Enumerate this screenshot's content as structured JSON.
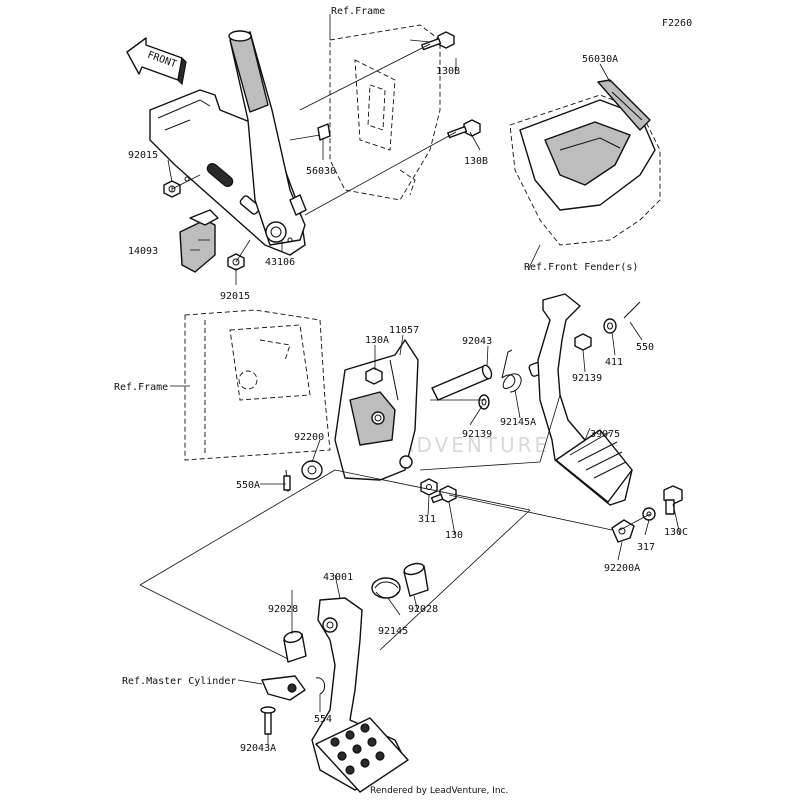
{
  "diagram": {
    "code": "F2260",
    "front_label": "FRONT",
    "watermark": "LEADVENTURE",
    "footer": "Rendered by LeadVenture, Inc.",
    "labels": {
      "ref_frame_top": "Ref.Frame",
      "ref_frame_left": "Ref.Frame",
      "ref_front_fender": "Ref.Front Fender(s)",
      "ref_master_cylinder": "Ref.Master Cylinder",
      "p130B_a": "130B",
      "p130B_b": "130B",
      "p56030A": "56030A",
      "p56030": "56030",
      "p92015_a": "92015",
      "p92015_b": "92015",
      "p14093": "14093",
      "p43106": "43106",
      "p130A": "130A",
      "p11057": "11057",
      "p92043": "92043",
      "p92139_a": "92139",
      "p92139_b": "92139",
      "p411": "411",
      "p550": "550",
      "p550A": "550A",
      "p92200": "92200",
      "p92145A": "92145A",
      "p39075": "39075",
      "p311": "311",
      "p130": "130",
      "p317": "317",
      "p130C": "130C",
      "p92200A": "92200A",
      "p43001": "43001",
      "p92028_a": "92028",
      "p92028_b": "92028",
      "p92145": "92145",
      "p554": "554",
      "p92043A": "92043A"
    }
  }
}
